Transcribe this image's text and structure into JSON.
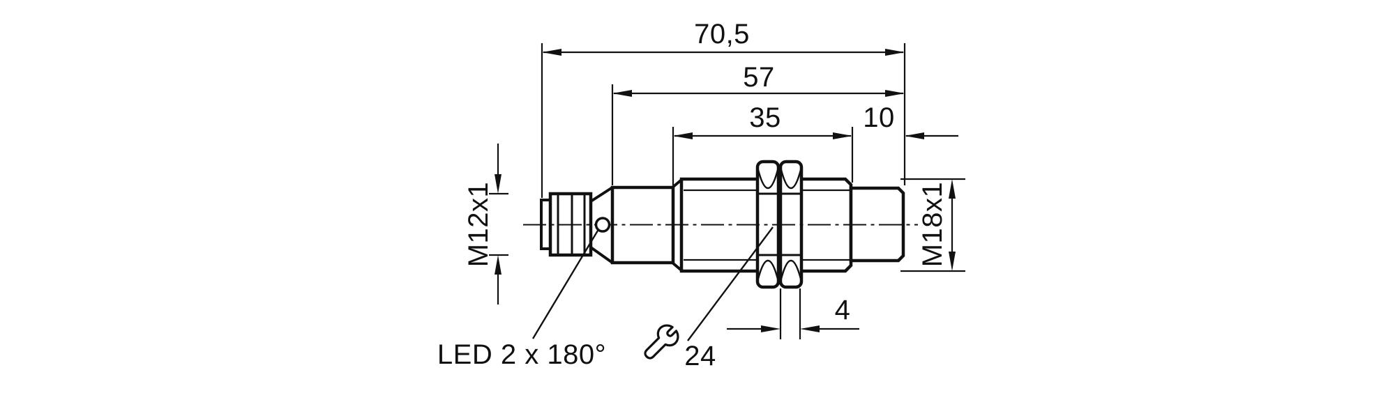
{
  "drawing": {
    "kind": "technical-dimension-drawing",
    "subject": "cylindrical-inductive-sensor-side-view",
    "colors": {
      "line": "#111111",
      "background": "#ffffff"
    },
    "dimensions": {
      "overall_length": "70,5",
      "housing_length": "57",
      "thread_length": "35",
      "tip_length": "10",
      "nut_thickness": "4",
      "connector_thread": "M12x1",
      "housing_thread": "M18x1"
    },
    "annotations": {
      "led_note": "LED 2 x 180°",
      "wrench_size": "24"
    },
    "icons": {
      "wrench": "wrench-icon"
    }
  }
}
